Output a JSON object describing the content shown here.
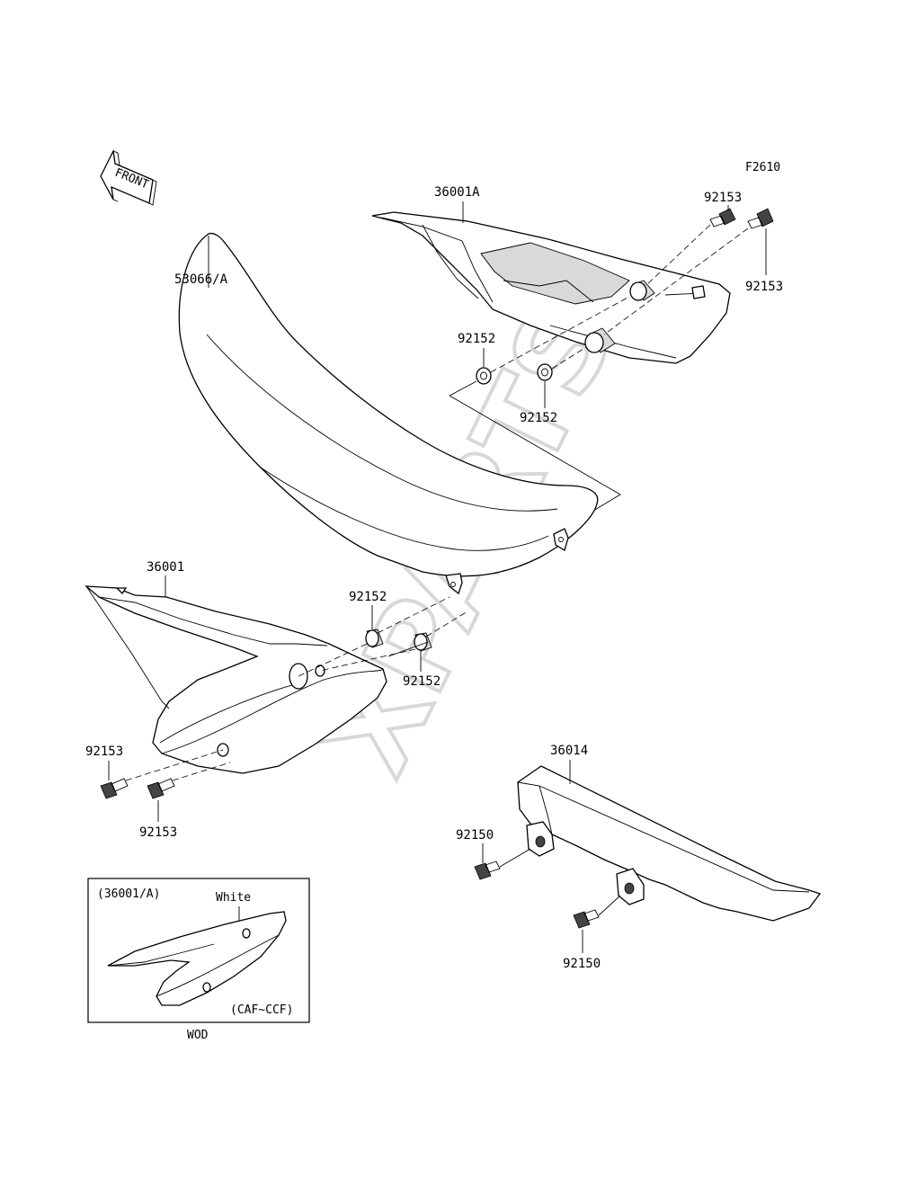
{
  "figure_code": "F2610",
  "front_arrow_label": "FRONT",
  "watermark": "XPARTS",
  "parts": {
    "side_cover_right": "36001A",
    "seat": "53066/A",
    "side_cover_left": "36001",
    "chain_guard": "36014",
    "bolt_92153_a": "92153",
    "bolt_92153_b": "92153",
    "bolt_92153_c": "92153",
    "bolt_92153_d": "92153",
    "collar_92152_a": "92152",
    "collar_92152_b": "92152",
    "collar_92152_c": "92152",
    "collar_92152_d": "92152",
    "bolt_92150_a": "92150",
    "bolt_92150_b": "92150"
  },
  "inset": {
    "title": "(36001/A)",
    "color_note": "White",
    "model_range": "(CAF~CCF)",
    "caption": "WOD"
  }
}
